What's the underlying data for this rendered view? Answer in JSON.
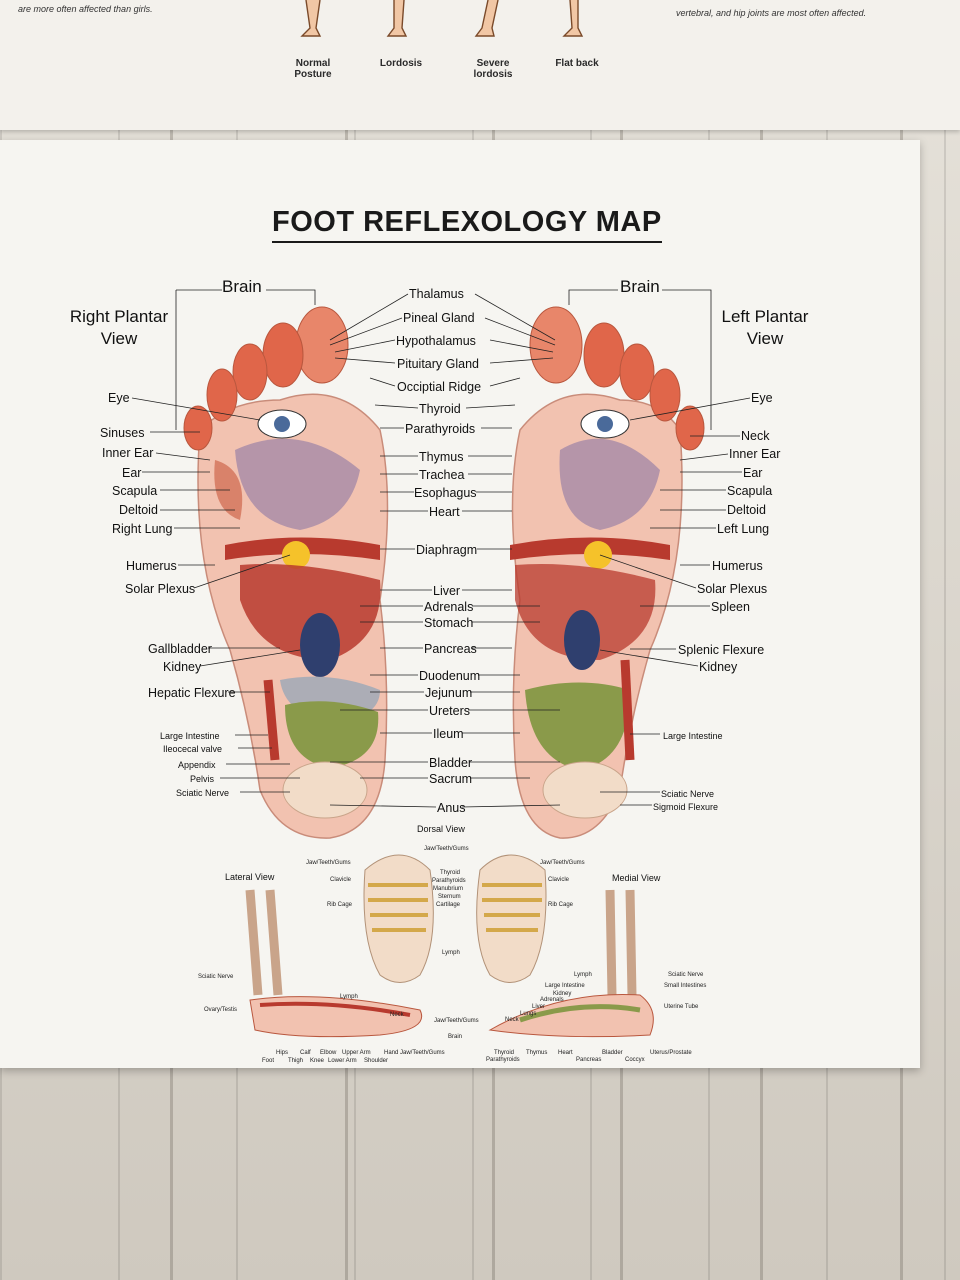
{
  "top_poster": {
    "left_note": "are more often affected than girls.",
    "right_note": "vertebral, and hip joints are most often affected.",
    "postures": [
      "Normal Posture",
      "Lordosis",
      "Severe lordosis",
      "Flat back"
    ]
  },
  "poster": {
    "title": "FOOT REFLEXOLOGY MAP",
    "right_view": "Right Plantar View",
    "left_view": "Left Plantar View",
    "brain_left": "Brain",
    "brain_right": "Brain",
    "center_labels": [
      "Thalamus",
      "Pineal Gland",
      "Hypothalamus",
      "Pituitary Gland",
      "Occiptial Ridge",
      "Thyroid",
      "Parathyroids",
      "Thymus",
      "Trachea",
      "Esophagus",
      "Heart",
      "Diaphragm",
      "Liver",
      "Adrenals",
      "Stomach",
      "Pancreas",
      "Duodenum",
      "Jejunum",
      "Ureters",
      "Ileum",
      "Bladder",
      "Sacrum",
      "Anus"
    ],
    "left_labels": [
      "Eye",
      "Sinuses",
      "Inner Ear",
      "Ear",
      "Scapula",
      "Deltoid",
      "Right Lung",
      "Humerus",
      "Solar Plexus",
      "Gallbladder",
      "Kidney",
      "Hepatic Flexure",
      "Large Intestine",
      "Ileocecal valve",
      "Appendix",
      "Pelvis",
      "Sciatic Nerve"
    ],
    "right_labels": [
      "Eye",
      "Neck",
      "Inner Ear",
      "Ear",
      "Scapula",
      "Deltoid",
      "Left Lung",
      "Humerus",
      "Solar Plexus",
      "Spleen",
      "Splenic Flexure",
      "Kidney",
      "Large Intestine",
      "Sciatic Nerve",
      "Sigmoid Flexure"
    ],
    "dorsal_view": "Dorsal View",
    "lateral_view": "Lateral View",
    "medial_view": "Medial View",
    "dorsal_labels": [
      "Jaw/Teeth/Gums",
      "Jaw/Teeth/Gums",
      "Jaw/Teeth/Gums",
      "Clavicle",
      "Clavicle",
      "Thyroid",
      "Parathyroids",
      "Manubrium",
      "Sternum",
      "Cartilage",
      "Rib Cage",
      "Rib Cage",
      "Lymph"
    ],
    "lateral_labels": [
      "Sciatic Nerve",
      "Ovary/Testis",
      "Lymph",
      "Neck",
      "Jaw/Teeth/Gums",
      "Brain",
      "Hips",
      "Foot",
      "Thigh",
      "Calf",
      "Knee",
      "Elbow",
      "Lower Arm",
      "Upper Arm",
      "Shoulder",
      "Hand",
      "Jaw/Teeth/Gums"
    ],
    "medial_labels": [
      "Lymph",
      "Sciatic Nerve",
      "Large Intestine",
      "Small Intestines",
      "Kidney",
      "Adrenals",
      "Uterine Tube",
      "Liver",
      "Lungs",
      "Neck",
      "Thyroid",
      "Parathyroids",
      "Thymus",
      "Heart",
      "Pancreas",
      "Bladder",
      "Coccyx",
      "Uterus/Prostate"
    ]
  },
  "colors": {
    "toe": "#e0664a",
    "organ_red": "#b83a2e",
    "intestine": "#8a9a4a",
    "kidney": "#2f3f6e",
    "skin": "#f0b8a8"
  }
}
